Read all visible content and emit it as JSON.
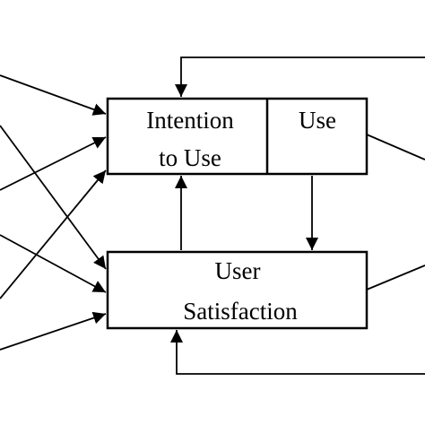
{
  "boxes": {
    "intention": {
      "line1": "Intention",
      "line2": "to Use"
    },
    "use": {
      "label": "Use"
    },
    "satisfaction": {
      "line1": "User",
      "line2": "Satisfaction"
    }
  },
  "colors": {
    "stroke": "#000000",
    "background": "#ffffff"
  }
}
